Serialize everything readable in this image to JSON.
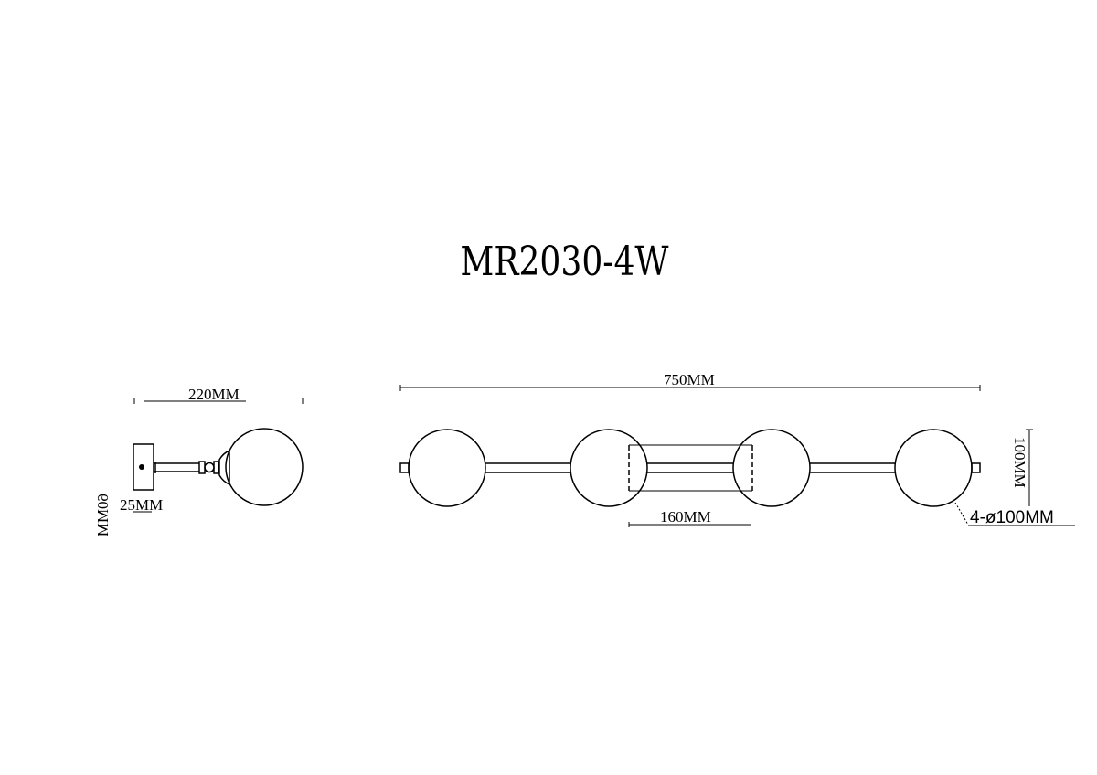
{
  "title": "MR2030-4W",
  "side_view": {
    "width_label": "220MM",
    "height_label": "60MM",
    "depth_label": "25MM"
  },
  "front_view": {
    "overall_width_label": "750MM",
    "center_spacing_label": "160MM",
    "height_label": "100MM",
    "globe_callout": "4-ø100MM",
    "globe_count": 4
  },
  "colors": {
    "line": "#000000",
    "background": "#ffffff"
  }
}
